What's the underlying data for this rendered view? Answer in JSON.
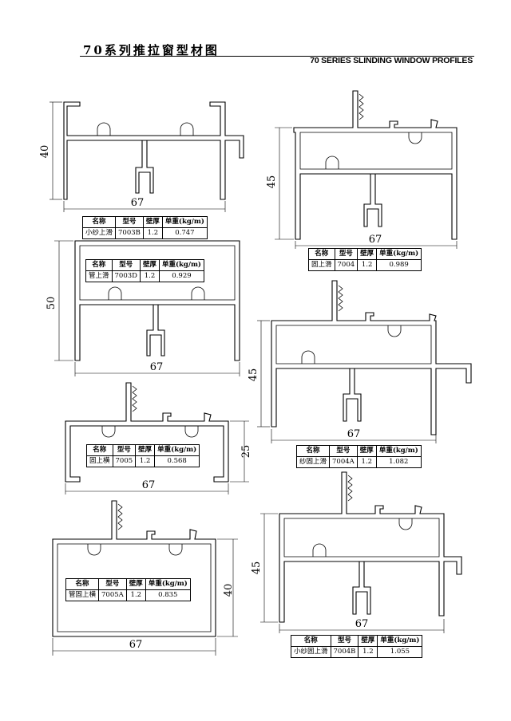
{
  "page": {
    "title": "70系列推拉窗型材图",
    "subtitle": "70 SERIES SLINDING WINDOW PROFILES"
  },
  "table_headers": {
    "name": "名称",
    "model": "型号",
    "thickness": "壁厚",
    "unit_weight": "单重(kg/m)"
  },
  "profiles": [
    {
      "id": "7003B",
      "name": "小纱上滑",
      "model": "7003B",
      "thickness": "1.2",
      "weight": "0.747",
      "width_dim": "67",
      "height_dim": "40"
    },
    {
      "id": "7004",
      "name": "固上滑",
      "model": "7004",
      "thickness": "1.2",
      "weight": "0.989",
      "width_dim": "67",
      "height_dim": "45"
    },
    {
      "id": "7003D",
      "name": "管上滑",
      "model": "7003D",
      "thickness": "1.2",
      "weight": "0.929",
      "width_dim": "67",
      "height_dim": "50"
    },
    {
      "id": "7004A",
      "name": "纱固上滑",
      "model": "7004A",
      "thickness": "1.2",
      "weight": "1.082",
      "width_dim": "67",
      "height_dim": "45"
    },
    {
      "id": "7005",
      "name": "固上横",
      "model": "7005",
      "thickness": "1.2",
      "weight": "0.568",
      "width_dim": "67",
      "height_dim": "25"
    },
    {
      "id": "7005A",
      "name": "管固上横",
      "model": "7005A",
      "thickness": "1.2",
      "weight": "0.835",
      "width_dim": "67",
      "height_dim": "40"
    },
    {
      "id": "7004B",
      "name": "小纱固上滑",
      "model": "7004B",
      "thickness": "1.2",
      "weight": "1.055",
      "width_dim": "67",
      "height_dim": "45"
    }
  ]
}
